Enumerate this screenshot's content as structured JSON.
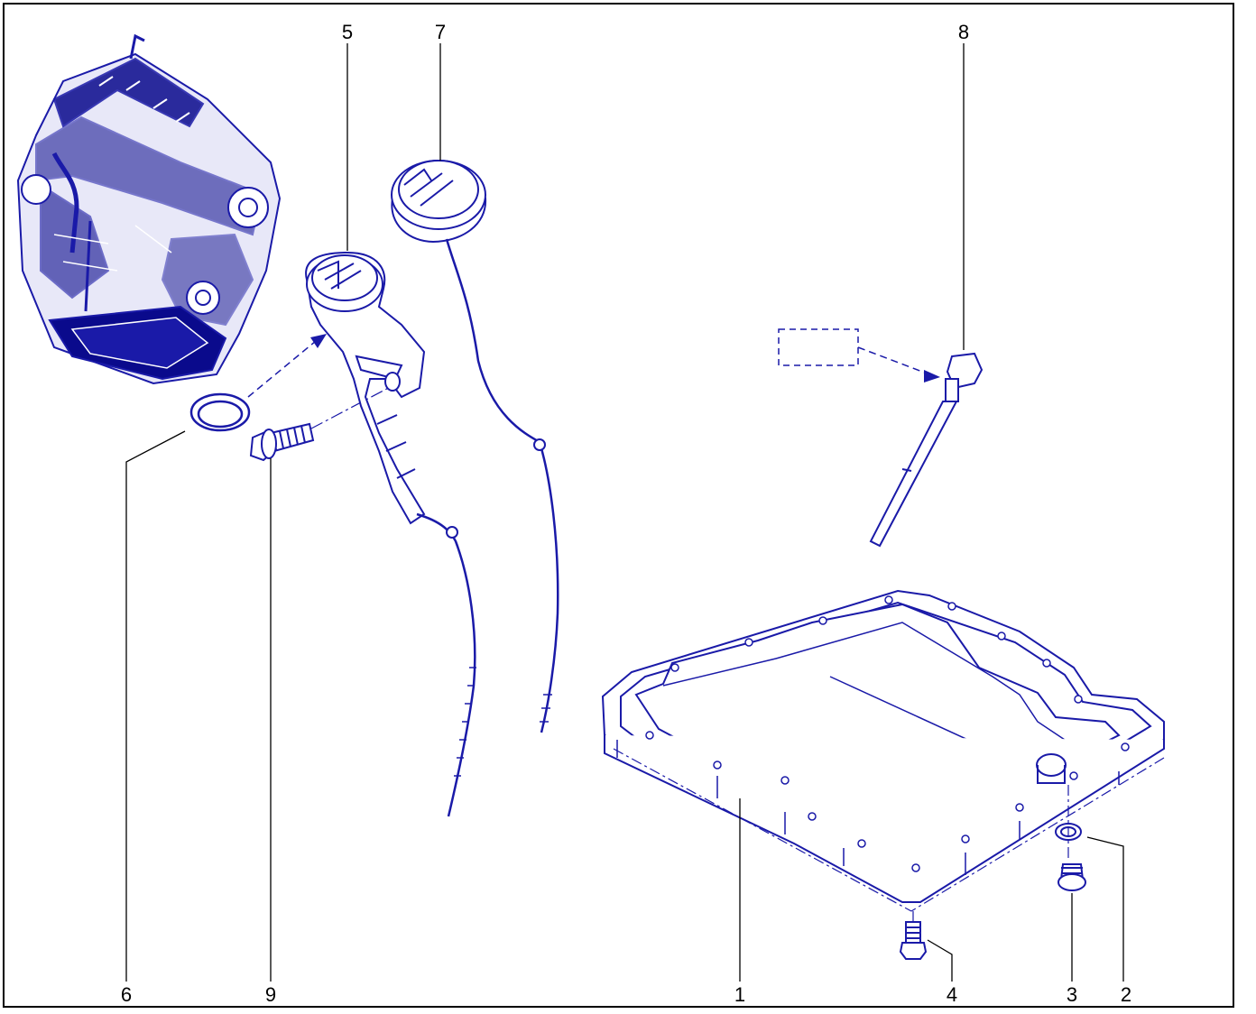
{
  "diagram": {
    "stroke_color": "#1a1aa8",
    "fill_color": "#0a0a8c",
    "border_color": "#000000",
    "callouts": [
      {
        "id": "1",
        "label": "1"
      },
      {
        "id": "2",
        "label": "2"
      },
      {
        "id": "3",
        "label": "3"
      },
      {
        "id": "4",
        "label": "4"
      },
      {
        "id": "5",
        "label": "5"
      },
      {
        "id": "6",
        "label": "6"
      },
      {
        "id": "7",
        "label": "7"
      },
      {
        "id": "8",
        "label": "8"
      },
      {
        "id": "9",
        "label": "9"
      }
    ],
    "parts": [
      {
        "id": "oil-pan"
      },
      {
        "id": "drain-plug-seal"
      },
      {
        "id": "drain-plug"
      },
      {
        "id": "pan-bolt"
      },
      {
        "id": "dipstick-tube-with-cap"
      },
      {
        "id": "o-ring"
      },
      {
        "id": "dipstick-with-cap"
      },
      {
        "id": "oil-level-sensor"
      },
      {
        "id": "tube-bolt"
      }
    ]
  }
}
